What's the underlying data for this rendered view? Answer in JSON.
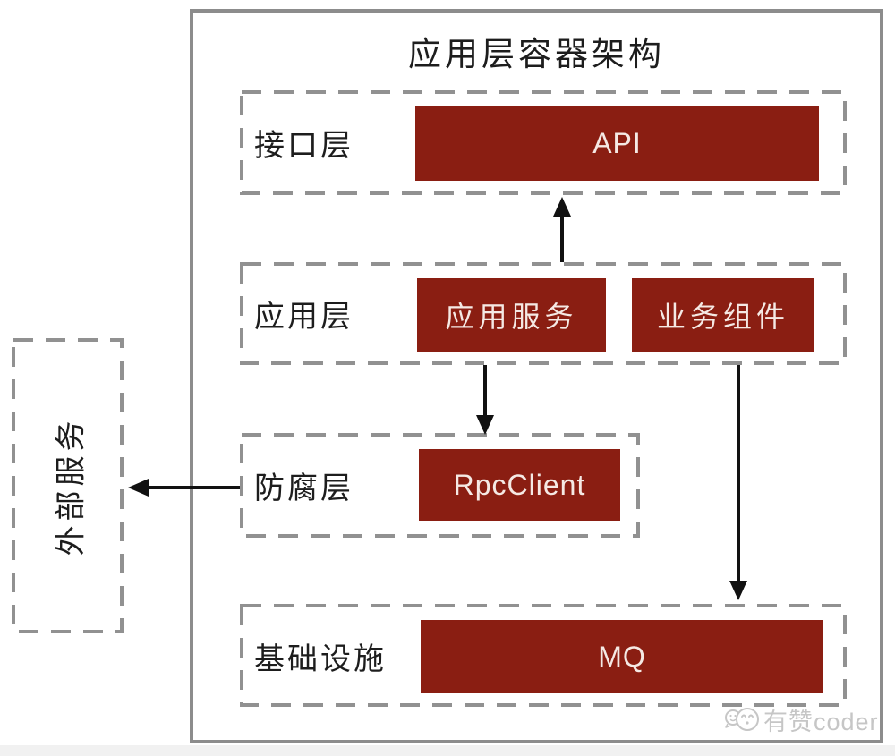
{
  "title": "应用层容器架构",
  "layers": [
    {
      "name": "接口层",
      "components": [
        {
          "label": "API"
        }
      ]
    },
    {
      "name": "应用层",
      "components": [
        {
          "label": "应用服务"
        },
        {
          "label": "业务组件"
        }
      ]
    },
    {
      "name": "防腐层",
      "components": [
        {
          "label": "RpcClient"
        }
      ]
    },
    {
      "name": "基础设施",
      "components": [
        {
          "label": "MQ"
        }
      ]
    }
  ],
  "external_service": {
    "label": "外部服务"
  },
  "connections": [
    {
      "from": "应用层",
      "to": "API",
      "direction": "up"
    },
    {
      "from": "应用层",
      "to": "RpcClient",
      "direction": "down"
    },
    {
      "from": "业务组件",
      "to": "MQ",
      "direction": "down"
    },
    {
      "from": "防腐层",
      "to": "外部服务",
      "direction": "left"
    }
  ],
  "watermark": {
    "text": "有赞coder"
  },
  "colors": {
    "component_fill": "#8a1e12",
    "component_text": "#f5e9e4",
    "dashed_border": "#919191",
    "outer_border": "#8c8c8c",
    "arrow": "#111111",
    "label_text": "#1d1d1d",
    "watermark_text": "#c6c6c6"
  }
}
